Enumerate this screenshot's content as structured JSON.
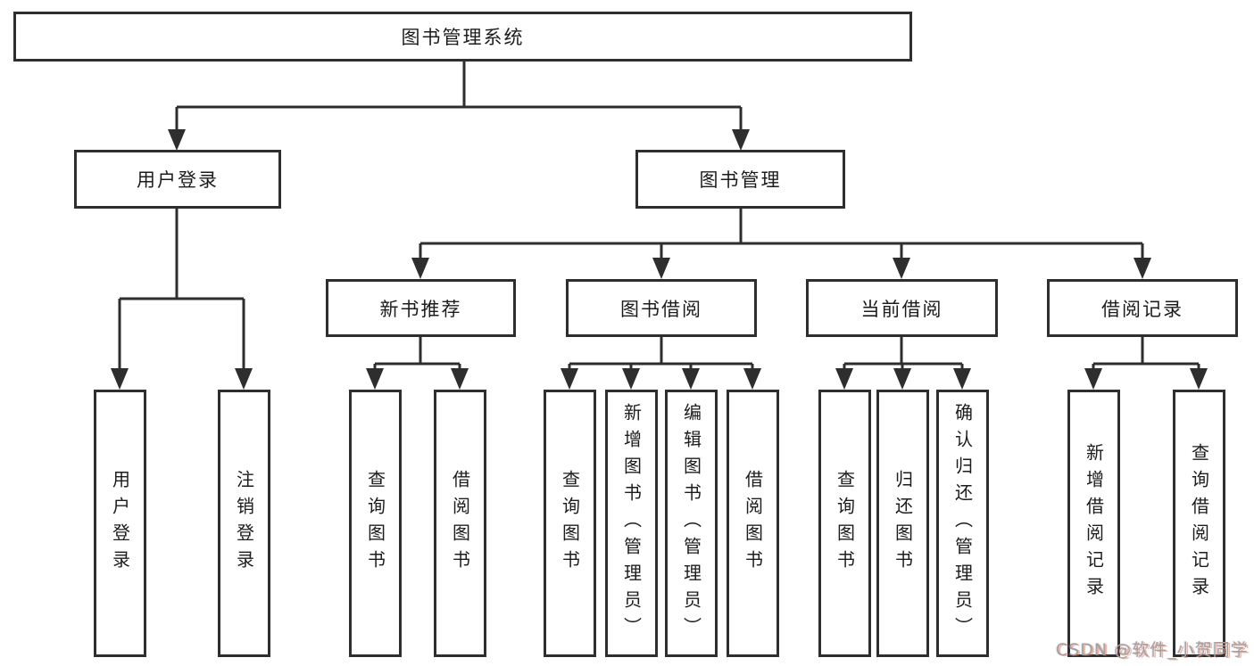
{
  "colors": {
    "line": "#2e2e2e",
    "box_border": "#2e2e2e",
    "text": "#1c1c1c",
    "background": "#ffffff",
    "watermark_gray": "#a2a2a2",
    "watermark_red_fringe": "#e24e28"
  },
  "tree": {
    "root": {
      "label": "图书管理系统"
    },
    "branches": [
      {
        "label": "用户登录",
        "children": [
          {
            "label": "用户登录"
          },
          {
            "label": "注销登录"
          }
        ]
      },
      {
        "label": "图书管理",
        "children": [
          {
            "label": "新书推荐",
            "children": [
              {
                "label": "查询图书"
              },
              {
                "label": "借阅图书"
              }
            ]
          },
          {
            "label": "图书借阅",
            "children": [
              {
                "label": "查询图书"
              },
              {
                "label": "新增图书（管理员）"
              },
              {
                "label": "编辑图书（管理员）"
              },
              {
                "label": "借阅图书"
              }
            ]
          },
          {
            "label": "当前借阅",
            "children": [
              {
                "label": "查询图书"
              },
              {
                "label": "归还图书"
              },
              {
                "label": "确认归还（管理员）"
              }
            ]
          },
          {
            "label": "借阅记录",
            "children": [
              {
                "label": "新增借阅记录"
              },
              {
                "label": "查询借阅记录"
              }
            ]
          }
        ]
      }
    ]
  },
  "watermark": {
    "text": "CSDN @软件_小贺同学"
  }
}
